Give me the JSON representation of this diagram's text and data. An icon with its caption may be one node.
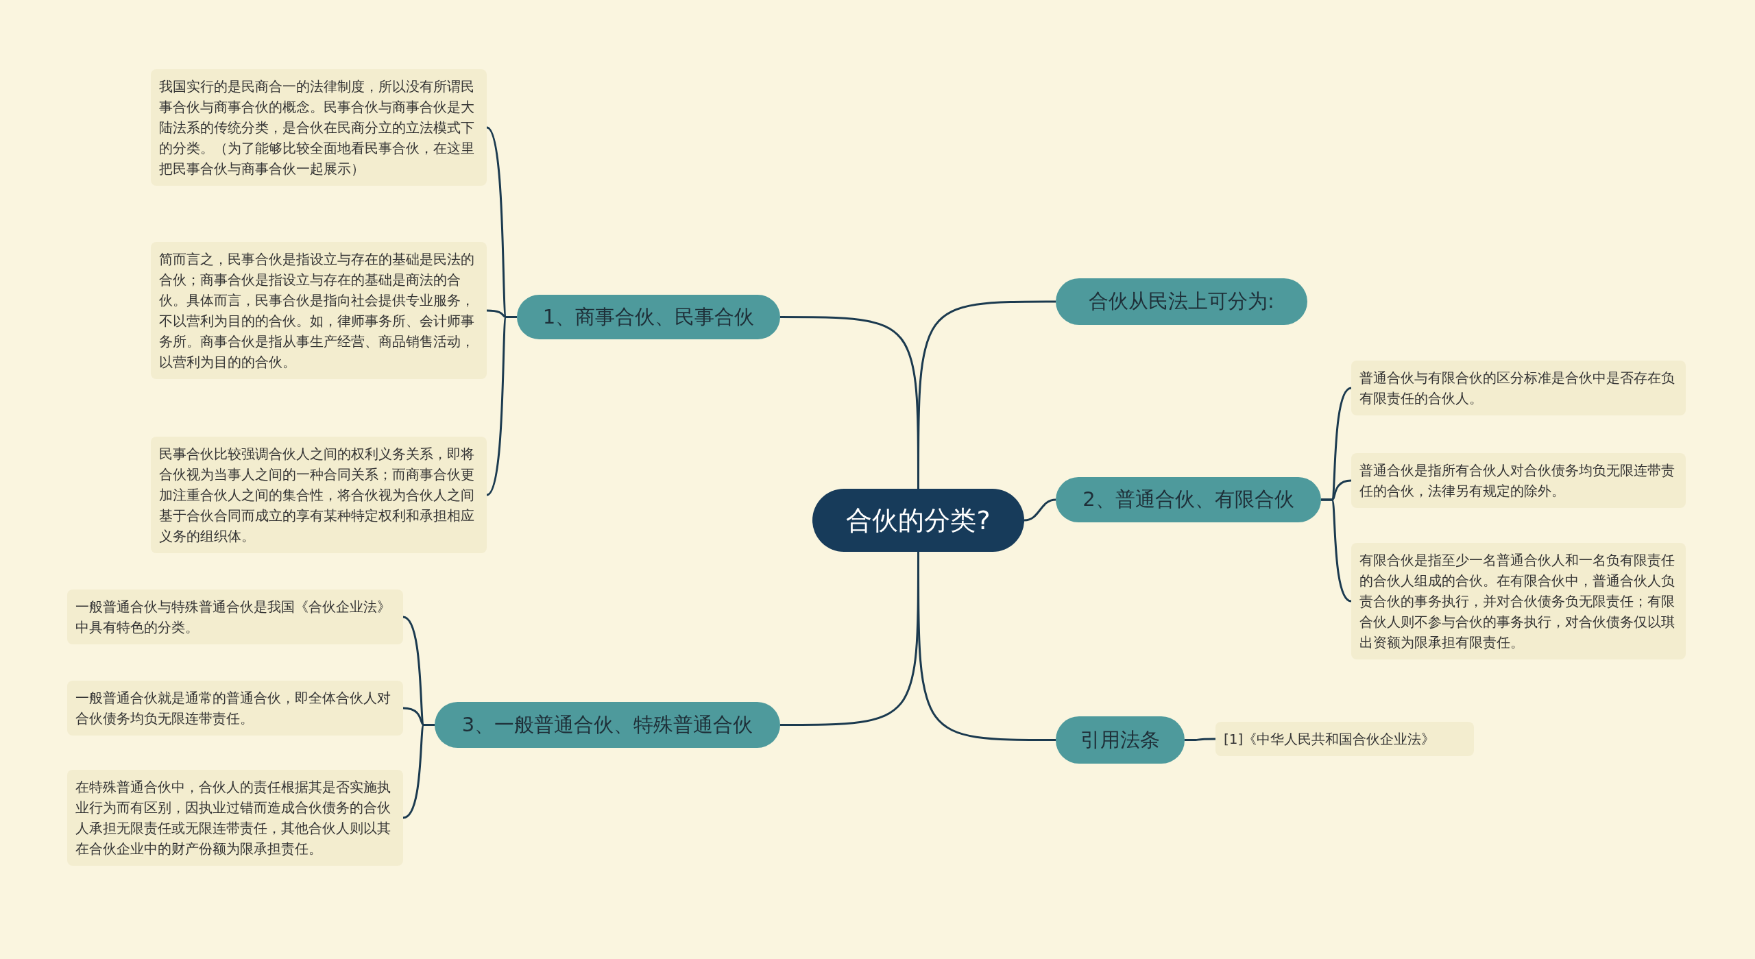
{
  "diagram": {
    "nodes": [
      {
        "text": [
          "合伙的分类?"
        ]
      },
      {
        "text": [
          "1、商事合伙、民事合伙"
        ]
      },
      {
        "text": [
          "我国实行的是民商合一的法律制度，所以没有所谓民事合伙与商事合伙的概念。民事合伙与商事合伙是大陆法系的传统分类，是合伙在民商分立的立法模式下的分类。（为了能够比较全面地看民事合伙，在这里把民事合伙与商事合伙一起展示）"
        ]
      },
      {
        "text": [
          "简而言之，民事合伙是指设立与存在的基础是民法的合伙；商事合伙是指设立与存在的基础是商法的合伙。具体而言，民事合伙是指向社会提供专业服务，不以营利为目的的合伙。如，律师事务所、会计师事务所。商事合伙是指从事生产经营、商品销售活动，以营利为目的的合伙。"
        ]
      },
      {
        "text": [
          "民事合伙比较强调合伙人之间的权利义务关系，即将合伙视为当事人之间的一种合同关系；而商事合伙更加注重合伙人之间的集合性，将合伙视为合伙人之间基于合伙合同而成立的享有某种特定权利和承担相应义务的组织体。"
        ]
      },
      {
        "text": [
          "3、一般普通合伙、特殊普通合伙"
        ]
      },
      {
        "text": [
          "一般普通合伙与特殊普通合伙是我国《合伙企业法》中具有特色的分类。"
        ]
      },
      {
        "text": [
          "一般普通合伙就是通常的普通合伙，即全体合伙人对合伙债务均负无限连带责任。"
        ]
      },
      {
        "text": [
          "在特殊普通合伙中，合伙人的责任根据其是否实施执业行为而有区别，因执业过错而造成合伙债务的合伙人承担无限责任或无限连带责任，其他合伙人则以其在合伙企业中的财产份额为限承担责任。"
        ]
      },
      {
        "text": [
          "合伙从民法上可分为:"
        ]
      },
      {
        "text": [
          "2、普通合伙、有限合伙"
        ]
      },
      {
        "text": [
          "普通合伙与有限合伙的区分标准是合伙中是否存在负有限责任的合伙人。"
        ]
      },
      {
        "text": [
          "普通合伙是指所有合伙人对合伙债务均负无限连带责任的合伙，法律另有规定的除外。"
        ]
      },
      {
        "text": [
          "有限合伙是指至少一名普通合伙人和一名负有限责任的合伙人组成的合伙。在有限合伙中，普通合伙人负责合伙的事务执行，并对合伙债务负无限责任；有限合伙人则不参与合伙的事务执行，对合伙债务仅以琪出资额为限承担有限责任。"
        ]
      },
      {
        "text": [
          "引用法条"
        ]
      },
      {
        "text": [
          "[1]《中华人民共和国合伙企业法》"
        ]
      }
    ],
    "edges": [
      {
        "from": 0,
        "to": 1,
        "arrow": "none"
      },
      {
        "from": 1,
        "to": 2,
        "arrow": "none"
      },
      {
        "from": 1,
        "to": 3,
        "arrow": "none"
      },
      {
        "from": 1,
        "to": 4,
        "arrow": "none"
      },
      {
        "from": 0,
        "to": 5,
        "arrow": "none"
      },
      {
        "from": 5,
        "to": 6,
        "arrow": "none"
      },
      {
        "from": 5,
        "to": 7,
        "arrow": "none"
      },
      {
        "from": 5,
        "to": 8,
        "arrow": "none"
      },
      {
        "from": 0,
        "to": 9,
        "arrow": "none"
      },
      {
        "from": 0,
        "to": 10,
        "arrow": "none"
      },
      {
        "from": 10,
        "to": 11,
        "arrow": "none"
      },
      {
        "from": 10,
        "to": 12,
        "arrow": "none"
      },
      {
        "from": 10,
        "to": 13,
        "arrow": "none"
      },
      {
        "from": 0,
        "to": 14,
        "arrow": "none"
      },
      {
        "from": 14,
        "to": 15,
        "arrow": "none"
      }
    ]
  }
}
